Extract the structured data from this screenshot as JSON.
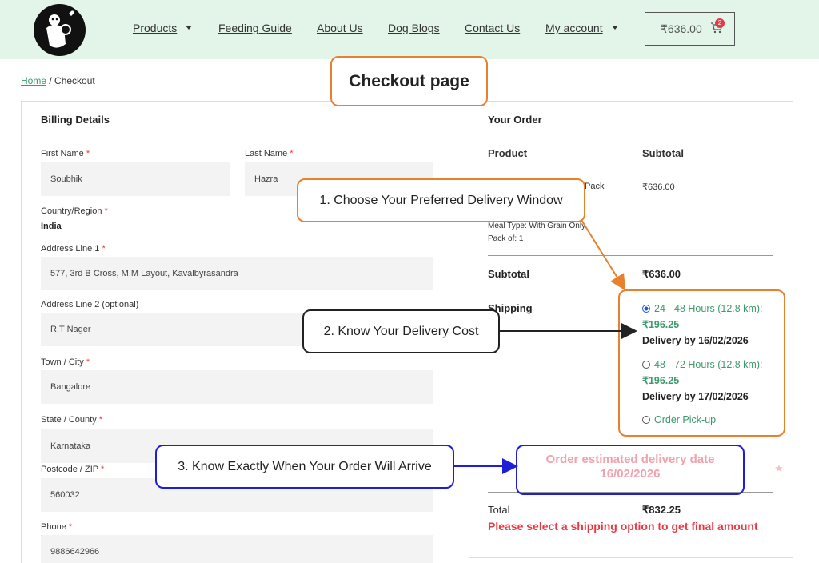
{
  "header": {
    "nav": [
      {
        "label": "Products",
        "dropdown": true
      },
      {
        "label": "Feeding Guide"
      },
      {
        "label": "About Us"
      },
      {
        "label": "Dog Blogs"
      },
      {
        "label": "Contact Us"
      },
      {
        "label": "My account",
        "dropdown": true
      }
    ],
    "cart_total": "₹636.00",
    "cart_count": "2",
    "logo_icon": "dog-cat-logo-icon",
    "cart_icon": "shopping-cart-icon"
  },
  "breadcrumb": {
    "home": "Home",
    "current": "Checkout"
  },
  "billing": {
    "title": "Billing Details",
    "first_name_label": "First Name",
    "first_name": "Soubhik",
    "last_name_label": "Last Name",
    "last_name": "Hazra",
    "country_label": "Country/Region",
    "country": "India",
    "address1_label": "Address Line 1",
    "address1": "577, 3rd B Cross, M.M Layout, Kavalbyrasandra",
    "address2_label": "Address Line 2 (optional)",
    "address2": "R.T Nager",
    "city_label": "Town / City",
    "city": "Bangalore",
    "state_label": "State / County",
    "state": "Karnataka",
    "postcode_label": "Postcode / ZIP",
    "postcode": "560032",
    "phone_label": "Phone",
    "phone": "9886642966",
    "required_mark": "*"
  },
  "order": {
    "title": "Your Order",
    "col_product": "Product",
    "col_subtotal": "Subtotal",
    "item_name_fragment": "Pack",
    "item_price": "₹636.00",
    "item_meal": "Meal Type: With Grain Only",
    "item_pack": "Pack of: 1",
    "subtotal_label": "Subtotal",
    "subtotal": "₹636.00",
    "shipping_label": "Shipping",
    "shipping_options": [
      {
        "window": "24 - 48 Hours (12.8 km):",
        "cost": "₹196.25",
        "delivery": "Delivery by 16/02/2026",
        "selected": true
      },
      {
        "window": "48 - 72 Hours (12.8 km):",
        "cost": "₹196.25",
        "delivery": "Delivery by 17/02/2026",
        "selected": false
      },
      {
        "window": "Order Pick-up",
        "selected": false
      }
    ],
    "estimate_line1": "Order estimated delivery date",
    "estimate_line2": "16/02/2026",
    "total_label": "Total",
    "total": "₹832.25",
    "error": "Please select a shipping option to get final amount"
  },
  "annotations": {
    "title": "Checkout page",
    "step1": "1. Choose Your Preferred Delivery Window",
    "step2": "2. Know Your Delivery Cost",
    "step3": "3. Know Exactly When Your Order Will Arrive",
    "orange": "#e8812e",
    "blue": "#1e1ed8",
    "black": "#222222"
  },
  "colors": {
    "header_bg": "#e3f5e8",
    "accent_green": "#3a9a6a",
    "error_red": "#e63946",
    "estimate_pink": "#f0a2ad",
    "radio_blue": "#1a56db"
  }
}
